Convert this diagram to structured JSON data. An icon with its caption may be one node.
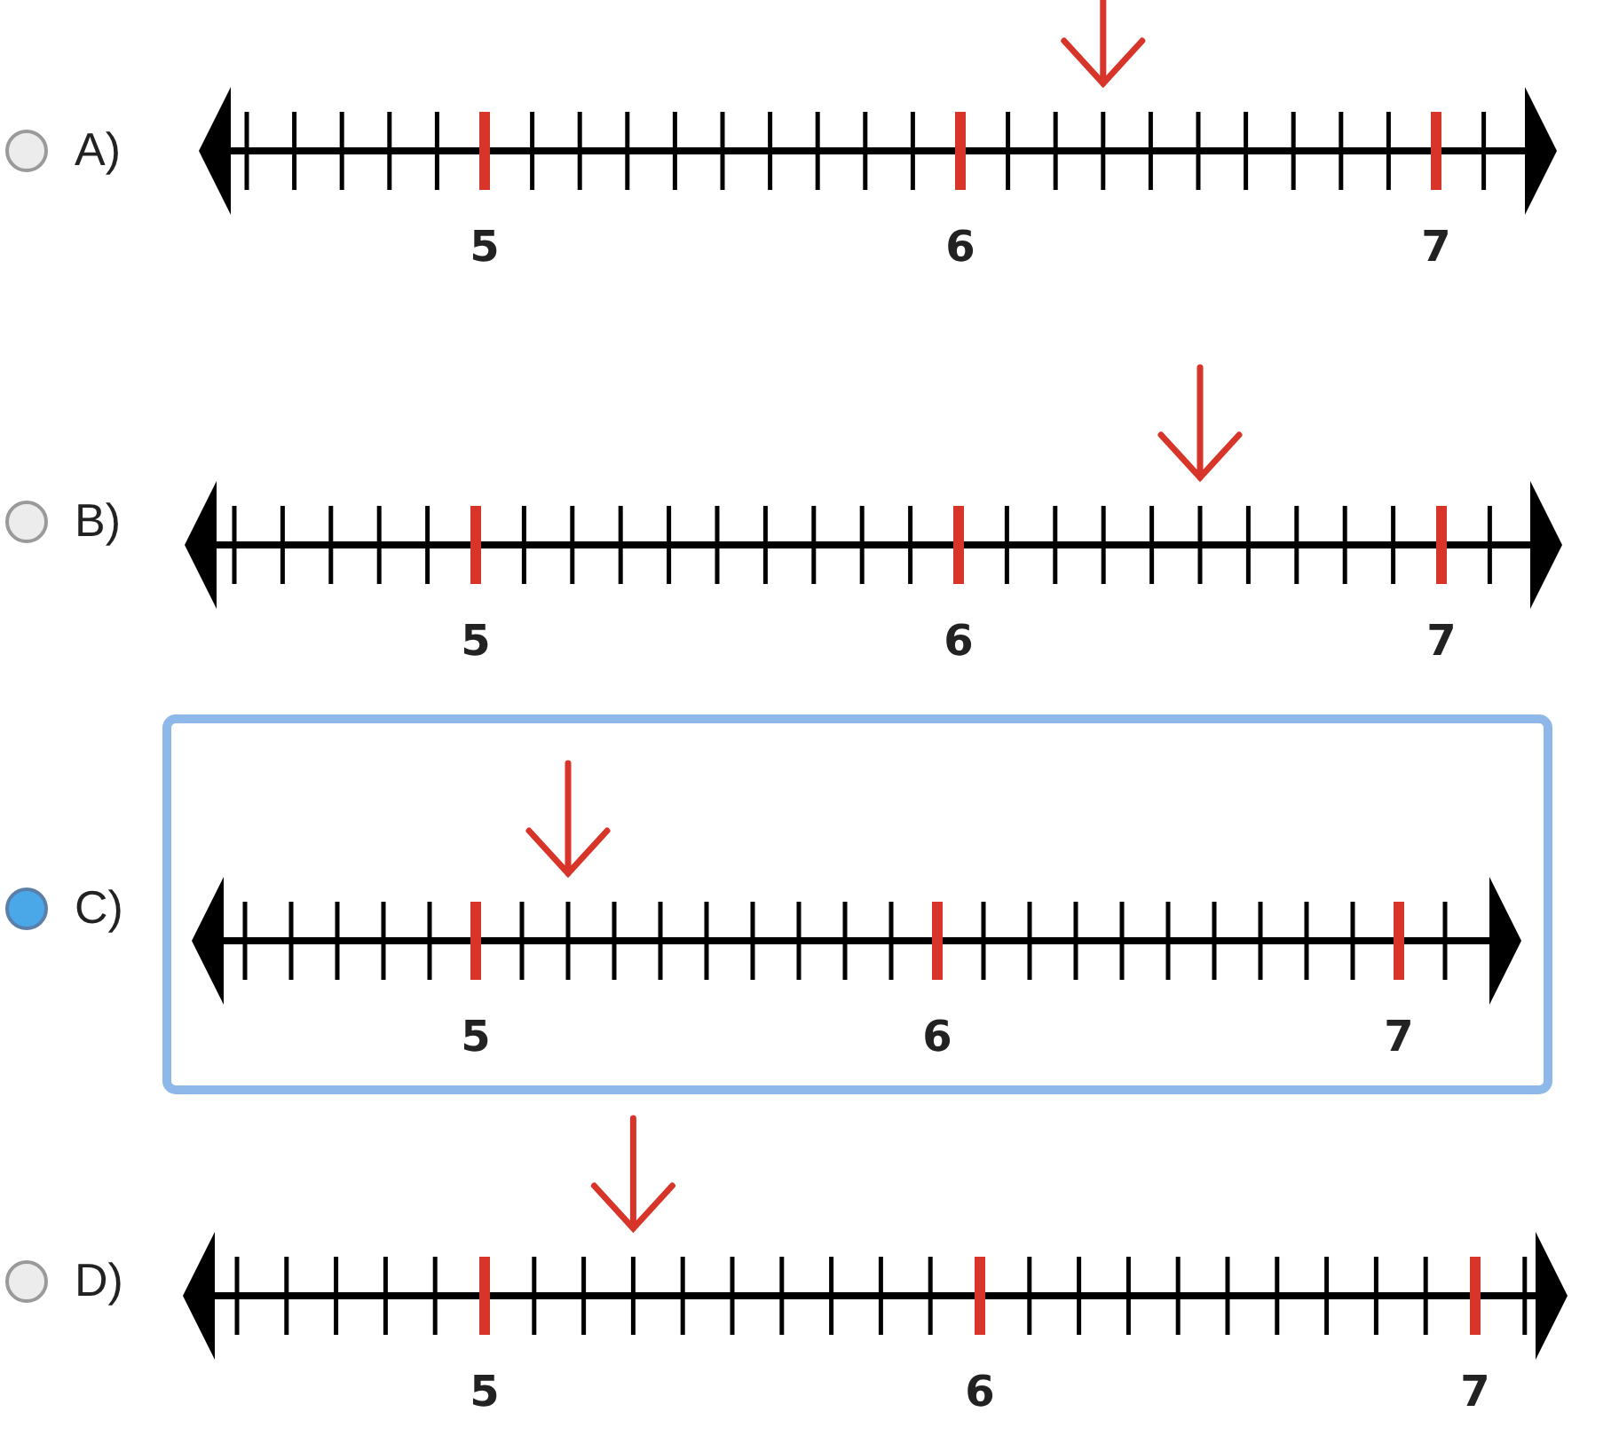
{
  "diagram": {
    "labels": [
      "A)",
      "5",
      "6",
      "7",
      "B)",
      "5",
      "6",
      "7",
      "C)",
      "5",
      "6",
      "7",
      "D)",
      "5",
      "6",
      "7"
    ]
  }
}
